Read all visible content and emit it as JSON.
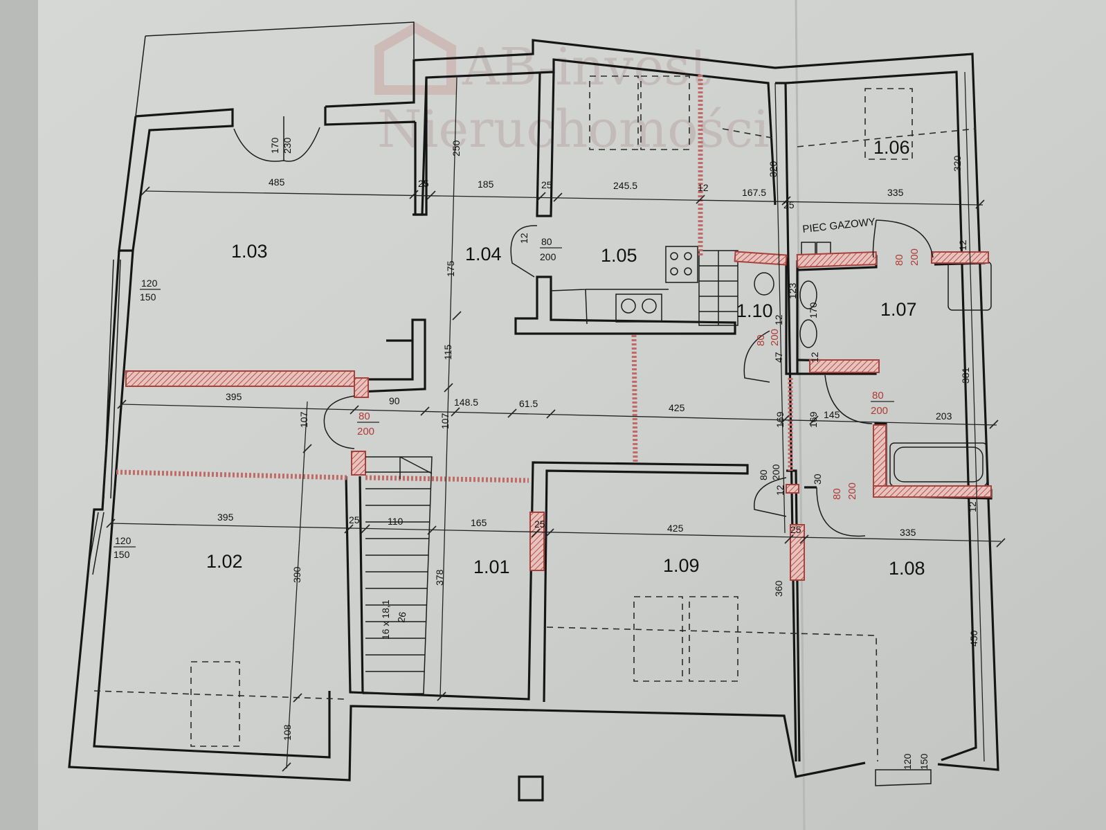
{
  "watermark": {
    "line1": "AB-invest",
    "line2": "Nieruchomości"
  },
  "rooms": {
    "r101": "1.01",
    "r102": "1.02",
    "r103": "1.03",
    "r104": "1.04",
    "r105": "1.05",
    "r106": "1.06",
    "r107": "1.07",
    "r108": "1.08",
    "r109": "1.09",
    "r110": "1.10"
  },
  "labels": {
    "gas_boiler": "PIEC GAZOWY",
    "stairs": "16 x 18,1",
    "stairs_tread": "26"
  },
  "dimensions": {
    "top_row": [
      "485",
      "25",
      "185",
      "25",
      "245.5",
      "12",
      "167.5",
      "25",
      "335"
    ],
    "middle_row": [
      "395",
      "90",
      "148.5",
      "61.5",
      "425",
      "169",
      "169",
      "145",
      "203"
    ],
    "lower_row": [
      "395",
      "25",
      "110",
      "165",
      "25",
      "425",
      "25",
      "335"
    ],
    "vertical": [
      "250",
      "175",
      "115",
      "107",
      "107",
      "390",
      "108",
      "378",
      "360",
      "320",
      "320",
      "381",
      "450",
      "12",
      "12",
      "12",
      "12",
      "12",
      "47",
      "123",
      "170",
      "12",
      "30"
    ],
    "entrance_door": [
      "170",
      "230"
    ]
  },
  "openings": {
    "window_103": [
      "120",
      "150"
    ],
    "window_102": [
      "120",
      "150"
    ],
    "window_108": [
      "120",
      "150"
    ],
    "door_104": [
      "80",
      "200"
    ],
    "door_110": [
      "80",
      "200"
    ],
    "door_107a": [
      "80",
      "200"
    ],
    "door_107b": [
      "80",
      "200"
    ],
    "door_hall": [
      "80",
      "200"
    ],
    "door_109": [
      "80",
      "200"
    ],
    "door_108": [
      "80",
      "200"
    ]
  },
  "colors": {
    "paper": "#c9ccca",
    "wall": "#151515",
    "new_wall": "#a8413c",
    "dim_red": "#b03a34"
  }
}
